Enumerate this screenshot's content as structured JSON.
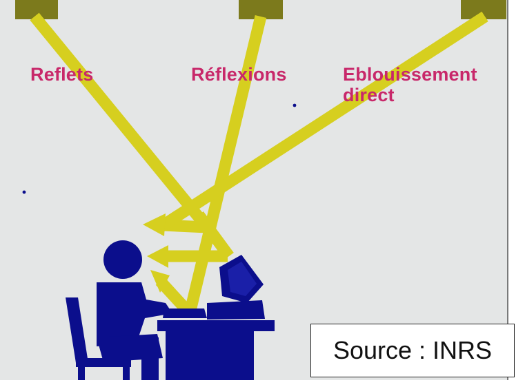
{
  "labels": {
    "reflets": "Reflets",
    "reflexions": "Réflexions",
    "eblouissement_line1": "Eblouissement",
    "eblouissement_line2": "direct"
  },
  "source": "Source : INRS",
  "colors": {
    "background": "#e4e6e6",
    "beam": "#d6cf1f",
    "lamp": "#7c7a1c",
    "figure": "#0b0e8c",
    "label": "#c8286a"
  },
  "icons": [
    "ceiling-lamp-icon",
    "person-at-computer-icon",
    "light-ray-arrow-icon"
  ]
}
